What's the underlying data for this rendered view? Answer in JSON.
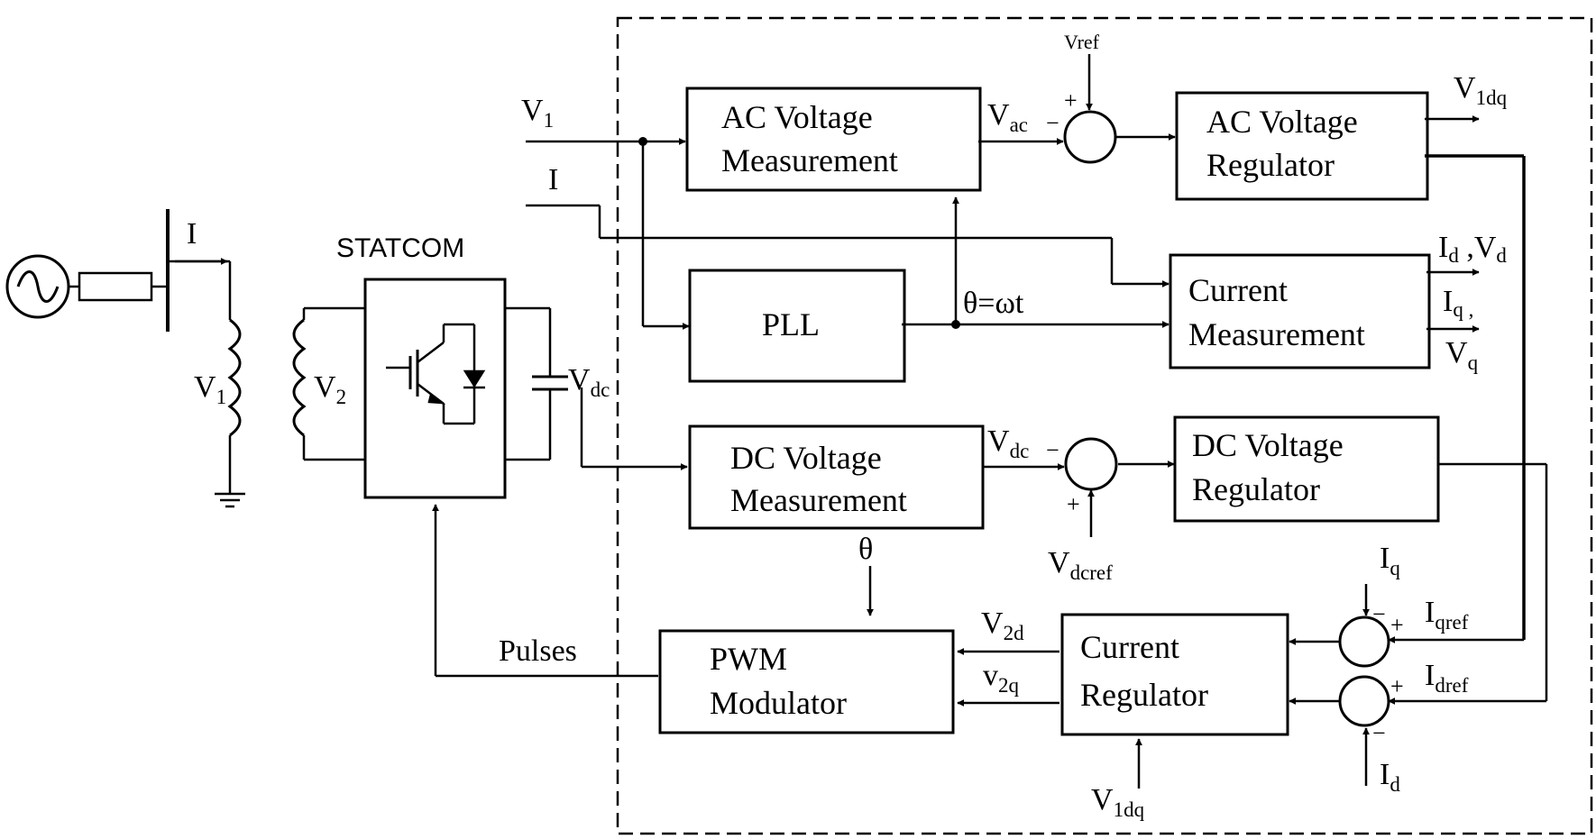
{
  "diagram": {
    "statcom_title": "STATCOM",
    "blocks": {
      "ac_meas_1": "AC Voltage",
      "ac_meas_2": "Measurement",
      "ac_reg_1": "AC Voltage",
      "ac_reg_2": "Regulator",
      "pll": "PLL",
      "cur_meas_1": "Current",
      "cur_meas_2": "Measurement",
      "dc_meas_1": "DC Voltage",
      "dc_meas_2": "Measurement",
      "dc_reg_1": "DC Voltage",
      "dc_reg_2": "Regulator",
      "pwm_1": "PWM",
      "pwm_2": "Modulator",
      "cur_reg_1": "Current",
      "cur_reg_2": "Regulator"
    },
    "signals": {
      "I_source": "I",
      "V1_xfmr_main": "V",
      "V1_xfmr_sub": "1",
      "V2_xfmr_main": "V",
      "V2_xfmr_sub": "2",
      "Vdc_cap_main": "V",
      "Vdc_cap_sub": "dc",
      "V1_in_main": "V",
      "V1_in_sub": "1",
      "I_in": "I",
      "Vref": "Vref",
      "Vac_main": "V",
      "Vac_sub": "ac",
      "V1dq_out_main": "V",
      "V1dq_out_sub": "1dq",
      "IdVd_1": "I",
      "IdVd_2": "d",
      "IdVd_3": " ,V",
      "IdVd_4": "d",
      "Iq_out_main": "I",
      "Iq_out_sub": "q ,",
      "Vq_main": "V",
      "Vq_sub": "q",
      "theta_wt": "θ=ωt",
      "Vdc_sum_main": "V",
      "Vdc_sum_sub": "dc",
      "Vdcref_main": "V",
      "Vdcref_sub": "dcref",
      "theta": "θ",
      "Iq_in_main": "I",
      "Iq_in_sub": "q",
      "Iqref_main": "I",
      "Iqref_sub": "qref",
      "Idref_main": "I",
      "Idref_sub": "dref",
      "Id_in_main": "I",
      "Id_in_sub": "d",
      "V2d_main": "V",
      "V2d_sub": "2d",
      "v2q_main": "v",
      "v2q_sub": "2q",
      "V1dq_in_main": "V",
      "V1dq_in_sub": "1dq",
      "pulses": "Pulses"
    },
    "signs": {
      "ac_plus": "+",
      "ac_minus": "−",
      "dc_plus": "+",
      "dc_minus": "−",
      "q_plus": "+",
      "q_minus": "−",
      "d_plus": "+",
      "d_minus": "−"
    }
  }
}
